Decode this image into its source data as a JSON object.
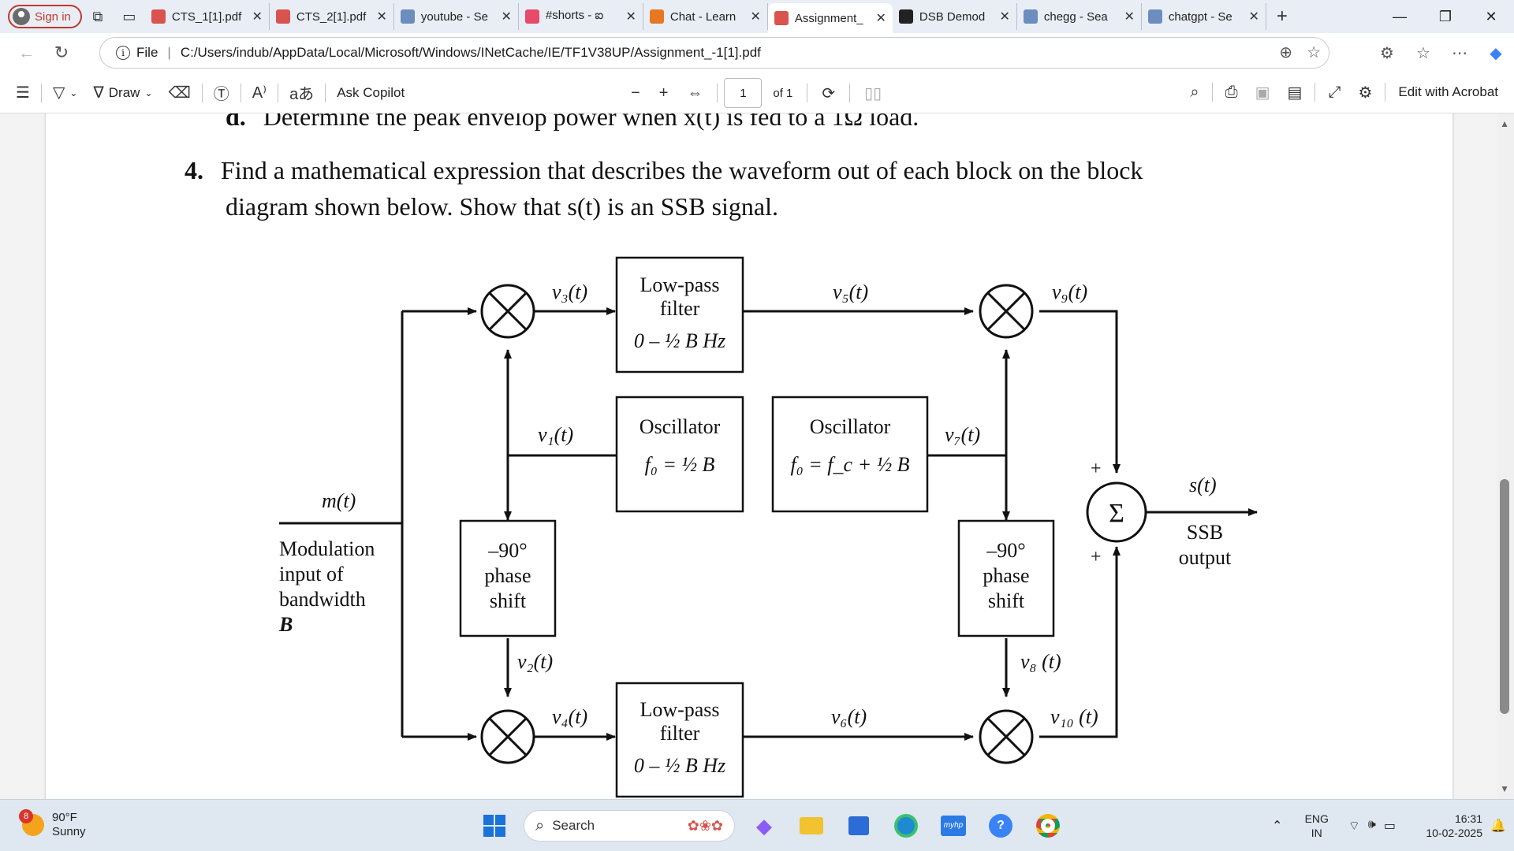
{
  "browser": {
    "signin_label": "Sign in",
    "tabs": [
      {
        "label": "CTS_1[1].pdf",
        "icon": "pdf-icon",
        "color": "#d9534f"
      },
      {
        "label": "CTS_2[1].pdf",
        "icon": "pdf-icon",
        "color": "#d9534f"
      },
      {
        "label": "youtube - Se",
        "icon": "search-icon",
        "color": "#6c8ebf"
      },
      {
        "label": "#shorts - ఐ",
        "icon": "youtube-icon",
        "color": "#e84a6a"
      },
      {
        "label": "Chat - Learn",
        "icon": "chegg-c-icon",
        "color": "#e87722"
      },
      {
        "label": "Assignment_",
        "icon": "pdf-icon",
        "color": "#d9534f",
        "active": true
      },
      {
        "label": "DSB Demod",
        "icon": "chatgpt-icon",
        "color": "#222222"
      },
      {
        "label": "chegg - Sea",
        "icon": "search-icon",
        "color": "#6c8ebf"
      },
      {
        "label": "chatgpt - Se",
        "icon": "search-icon",
        "color": "#6c8ebf"
      }
    ],
    "address": {
      "scheme_label": "File",
      "url": "C:/Users/indub/AppData/Local/Microsoft/Windows/INetCache/IE/TF1V38UP/Assignment_-1[1].pdf"
    }
  },
  "pdf_toolbar": {
    "draw_label": "Draw",
    "ask_copilot_label": "Ask Copilot",
    "page_current": "1",
    "page_total": "of 1",
    "edit_acrobat_label": "Edit with Acrobat"
  },
  "document": {
    "line_d_label": "d.",
    "line_d_text": "Determine the peak envelop power when x(t) is fed to a 1Ω load.",
    "q4_number": "4.",
    "q4_line1": "Find a mathematical expression that describes the waveform out of each block on the block",
    "q4_line2": "diagram shown below. Show that s(t) is an SSB signal.",
    "diagram": {
      "lpf_top": [
        "Low-pass",
        "filter",
        "0 – ½ B Hz"
      ],
      "lpf_bottom": [
        "Low-pass",
        "filter",
        "0 – ½ B Hz"
      ],
      "osc1": [
        "Oscillator",
        "f₀ = ½ B"
      ],
      "osc2": [
        "Oscillator",
        "f₀ = f_c + ½ B"
      ],
      "shift_left": [
        "–90°",
        "phase",
        "shift"
      ],
      "shift_right": [
        "–90°",
        "phase",
        "shift"
      ],
      "signals": {
        "v1": "v₁(t)",
        "v2": "v₂(t)",
        "v3": "v₃(t)",
        "v4": "v₄(t)",
        "v5": "v₅(t)",
        "v6": "v₆(t)",
        "v7": "v₇(t)",
        "v8": "v₈ (t)",
        "v9": "v₉(t)",
        "v10": "v₁₀ (t)",
        "m": "m(t)",
        "s": "s(t)"
      },
      "input_label": [
        "Modulation",
        "input of",
        "bandwidth",
        "B"
      ],
      "output_label": [
        "SSB",
        "output"
      ],
      "sum_symbol": "Σ",
      "plus": "+"
    }
  },
  "taskbar": {
    "weather_temp": "90°F",
    "weather_desc": "Sunny",
    "weather_badge": "8",
    "search_label": "Search",
    "lang_1": "ENG",
    "lang_2": "IN",
    "time": "16:31",
    "date": "10-02-2025"
  }
}
